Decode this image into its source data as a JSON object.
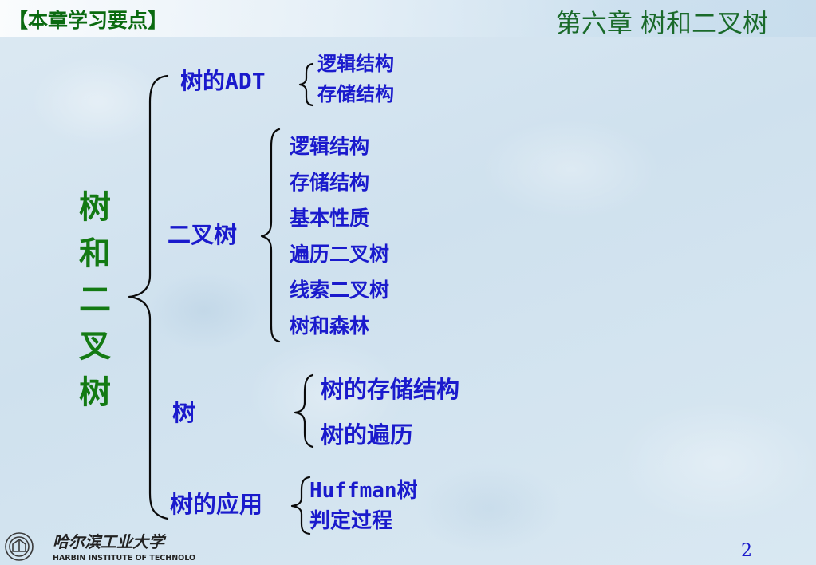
{
  "header": {
    "section_tag": "【本章学习要点】",
    "chapter_title": "第六章 树和二叉树"
  },
  "root": {
    "chars": [
      "树",
      "和",
      "二",
      "叉",
      "树"
    ]
  },
  "branches": [
    {
      "label": "树的ADT",
      "children": [
        "逻辑结构",
        "存储结构"
      ]
    },
    {
      "label": "二叉树",
      "children": [
        "逻辑结构",
        "存储结构",
        "基本性质",
        "遍历二叉树",
        "线索二叉树",
        "树和森林"
      ]
    },
    {
      "label": "树",
      "children": [
        "树的存储结构",
        "树的遍历"
      ]
    },
    {
      "label": "树的应用",
      "children": [
        "Huffman树",
        "判定过程"
      ]
    }
  ],
  "footer": {
    "university_name": "哈尔滨工业大学",
    "university_name_en": "HARBIN INSTITUTE OF TECHNOLOGY",
    "page_number": "2"
  },
  "colors": {
    "title_green": "#1a6a2a",
    "tag_green": "#0a6a10",
    "root_green": "#137a13",
    "text_blue": "#1a1acc"
  }
}
